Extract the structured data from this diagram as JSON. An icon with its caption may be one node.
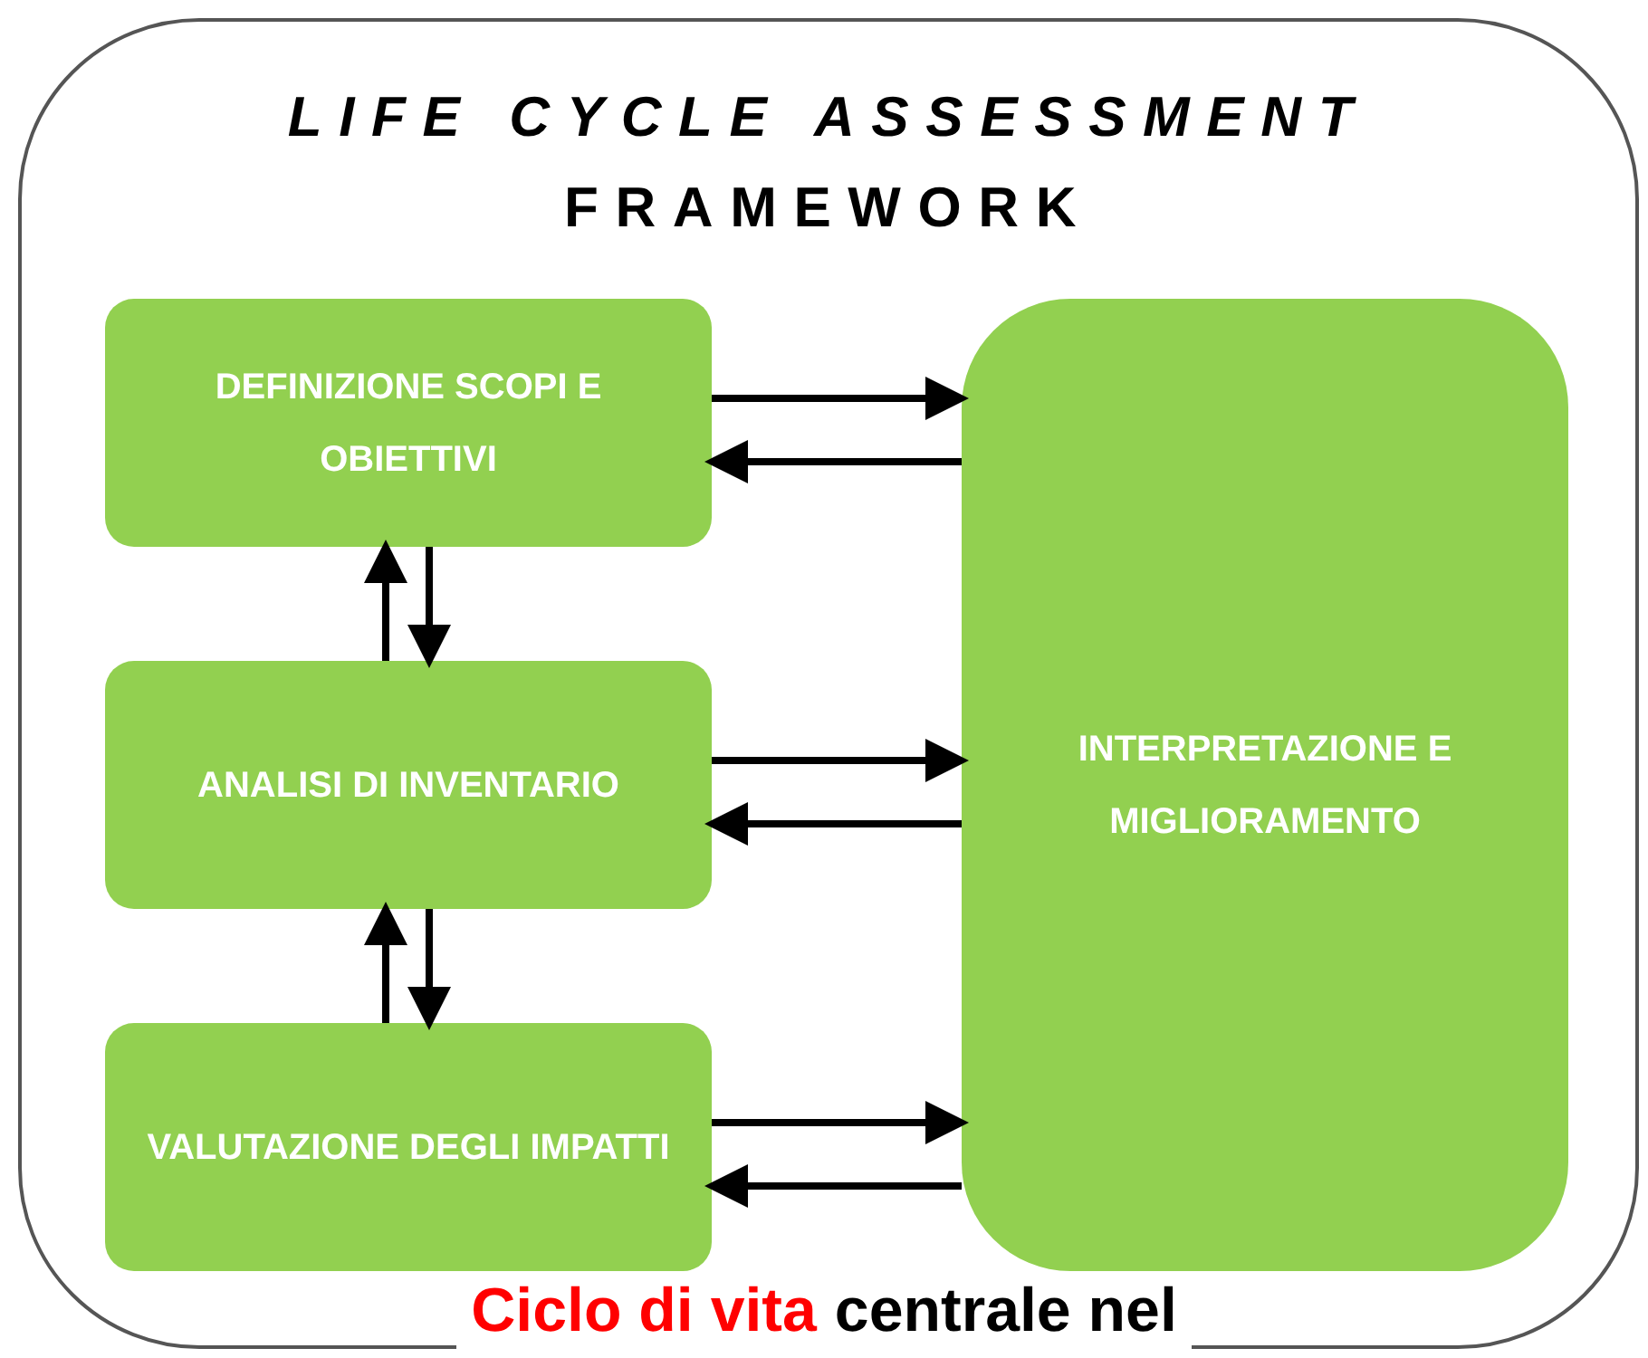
{
  "diagram": {
    "nodes": [
      {
        "text": [
          "LIFE CYCLE ASSESSMENT",
          "FRAMEWORK"
        ]
      },
      {
        "text": [
          "DEFINIZIONE SCOPI E OBIETTIVI"
        ],
        "in": 0
      },
      {
        "text": [
          "ANALISI DI INVENTARIO"
        ],
        "in": 0
      },
      {
        "text": [
          "VALUTAZIONE DEGLI IMPATTI"
        ],
        "in": 0
      },
      {
        "text": [
          "INTERPRETAZIONE E MIGLIORAMENTO"
        ],
        "in": 0
      }
    ],
    "edges": [
      {
        "from": 1,
        "to": 4,
        "arrow": "to"
      },
      {
        "from": 4,
        "to": 1,
        "arrow": "to"
      },
      {
        "from": 2,
        "to": 1,
        "arrow": "to"
      },
      {
        "from": 1,
        "to": 2,
        "arrow": "to"
      },
      {
        "from": 2,
        "to": 4,
        "arrow": "to"
      },
      {
        "from": 4,
        "to": 2,
        "arrow": "to"
      },
      {
        "from": 3,
        "to": 2,
        "arrow": "to"
      },
      {
        "from": 2,
        "to": 3,
        "arrow": "to"
      },
      {
        "from": 3,
        "to": 4,
        "arrow": "to"
      },
      {
        "from": 4,
        "to": 3,
        "arrow": "to"
      }
    ],
    "labels": [
      "Ciclo di vita",
      "centrale nel"
    ]
  }
}
